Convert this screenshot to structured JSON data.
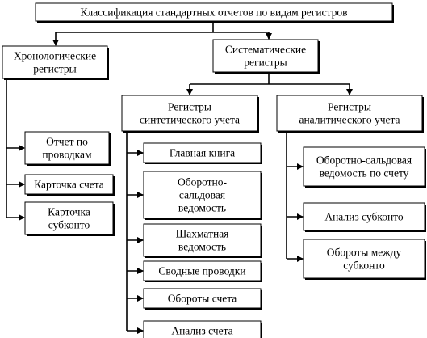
{
  "title": "Классификация стандартных отчетов по видам регистров",
  "chronological": {
    "label": [
      "Хронологические",
      "регистры"
    ],
    "items": [
      [
        "Отчет по",
        "проводкам"
      ],
      [
        "Карточка счета"
      ],
      [
        "Карточка",
        "субконто"
      ]
    ]
  },
  "systematic": {
    "label": [
      "Систематические",
      "регистры"
    ],
    "synthetic": {
      "label": [
        "Регистры",
        "синтетического учета"
      ],
      "items": [
        [
          "Главная книга"
        ],
        [
          "Оборотно-",
          "сальдовая",
          "ведомость"
        ],
        [
          "Шахматная",
          "ведомость"
        ],
        [
          "Сводные проводки"
        ],
        [
          "Обороты счета"
        ],
        [
          "Анализ счета"
        ]
      ]
    },
    "analytic": {
      "label": [
        "Регистры",
        "аналитического учета"
      ],
      "items": [
        [
          "Оборотно-сальдовая",
          "ведомость по счету"
        ],
        [
          "Анализ субконто"
        ],
        [
          "Обороты между",
          "субконто"
        ]
      ]
    }
  }
}
